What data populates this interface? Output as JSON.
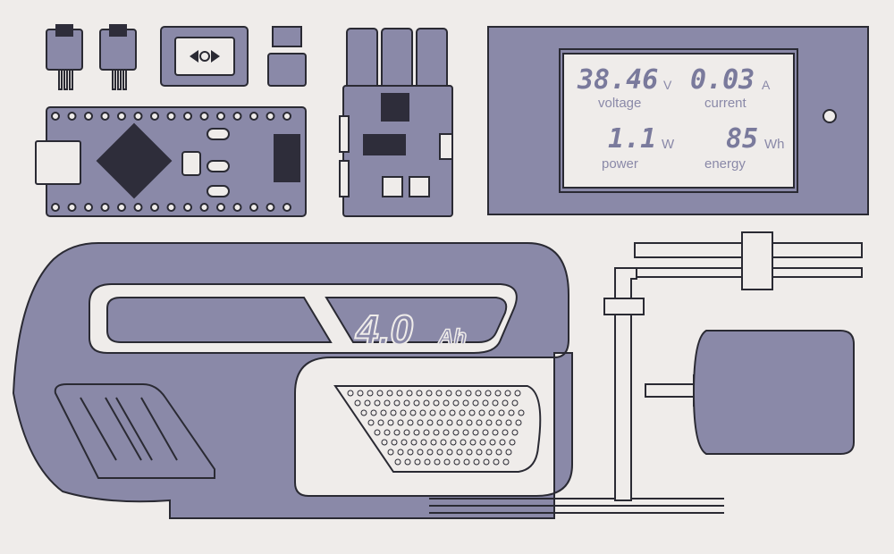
{
  "meter": {
    "voltage": {
      "value": "38.46",
      "unit": "V",
      "label": "voltage"
    },
    "current": {
      "value": "0.03",
      "unit": "A",
      "label": "current"
    },
    "power": {
      "value": "1.1",
      "unit": "W",
      "label": "power"
    },
    "energy": {
      "value": "85",
      "unit": "Wh",
      "label": "energy"
    }
  },
  "battery": {
    "capacity": "4.0",
    "unit": "Ah"
  },
  "colors": {
    "body": "#8a89a8",
    "outline": "#2a2a33",
    "background": "#efecea"
  }
}
